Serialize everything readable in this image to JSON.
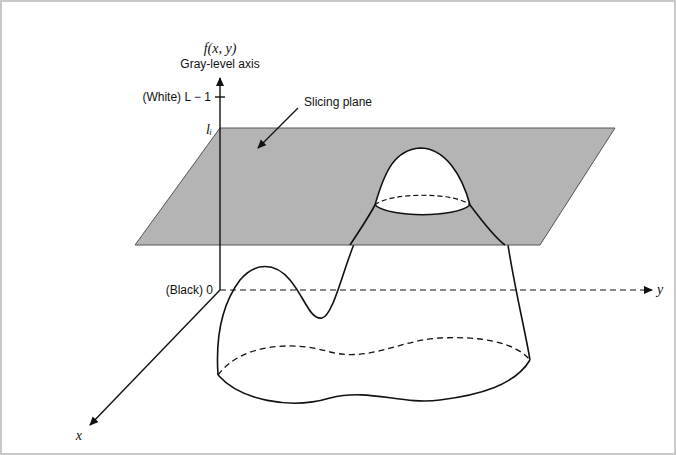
{
  "diagram": {
    "labels": [
      "f(x, y)",
      "Gray-level axis",
      "(White) L − 1",
      "lᵢ",
      "Slicing plane",
      "(Black) 0",
      "y",
      "x"
    ]
  }
}
